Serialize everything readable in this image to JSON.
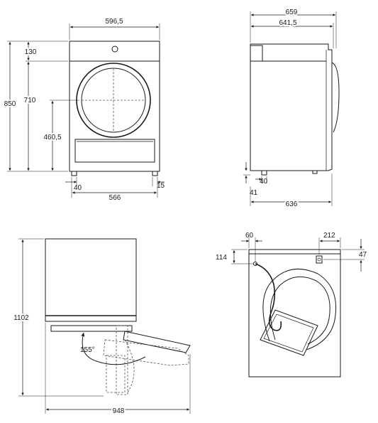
{
  "front_view": {
    "width_total": "596,5",
    "height_total": "850",
    "top_panel": "130",
    "door_center_height": "710",
    "door_bottom_height": "460,5",
    "foot_left": "40",
    "foot_right": "15",
    "foot_span": "566"
  },
  "side_view": {
    "depth_total": "659",
    "depth_body": "641,5",
    "foot_depth": "40",
    "foot_height": "41",
    "depth_base": "636"
  },
  "door_open_view": {
    "height_open": "1102",
    "opening_angle": "155°",
    "depth_open": "948"
  },
  "hose_view": {
    "hose_left_offset": "60",
    "outlet_offset": "212",
    "hose_top_height": "114",
    "outlet_height": "47"
  }
}
